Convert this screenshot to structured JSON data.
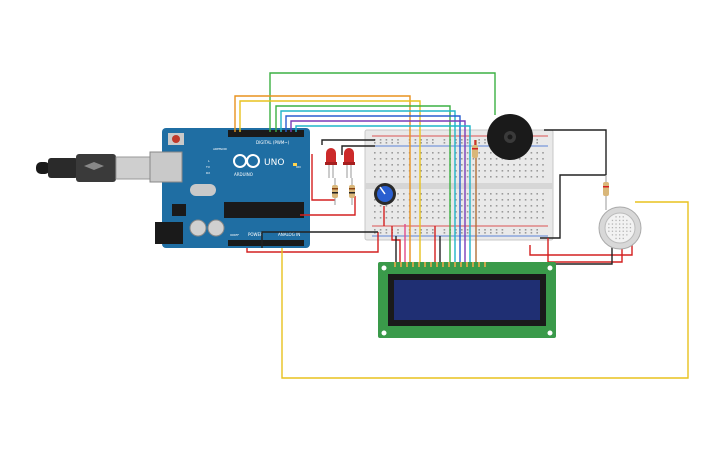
{
  "arduino": {
    "logo_text": "UNO",
    "brand_text": "ARDUINO",
    "digital_label": "DIGITAL (PWM~)",
    "power_label": "POWER",
    "analog_label": "ANALOG IN",
    "ioref_label": "IOREF",
    "aref_label": "AREF",
    "gnd_label": "GND",
    "tx_label": "TX",
    "rx_label": "RX",
    "l_label": "L",
    "on_label": "ON",
    "board_color": "#1f6ea3"
  },
  "colors": {
    "wire_red": "#d42020",
    "wire_black": "#222222",
    "wire_green": "#3cb043",
    "wire_orange": "#e8921e",
    "wire_yellow": "#e8c21e",
    "wire_cyan": "#1fb5c9",
    "wire_blue": "#2a5fd0",
    "wire_purple": "#7a3cb8",
    "wire_brown": "#b07038",
    "wire_pink": "#e24a8a",
    "lcd_board": "#3a9a4a",
    "lcd_screen": "#1f2f73",
    "led": "#cc2a2a",
    "buzzer": "#1a1a1a",
    "sensor": "#d8d8d8"
  },
  "components": [
    "arduino-uno",
    "usb-cable",
    "breadboard",
    "potentiometer",
    "red-led",
    "red-led",
    "resistor",
    "resistor",
    "resistor",
    "resistor",
    "piezo-buzzer",
    "gas-sensor",
    "lcd-16x2"
  ]
}
